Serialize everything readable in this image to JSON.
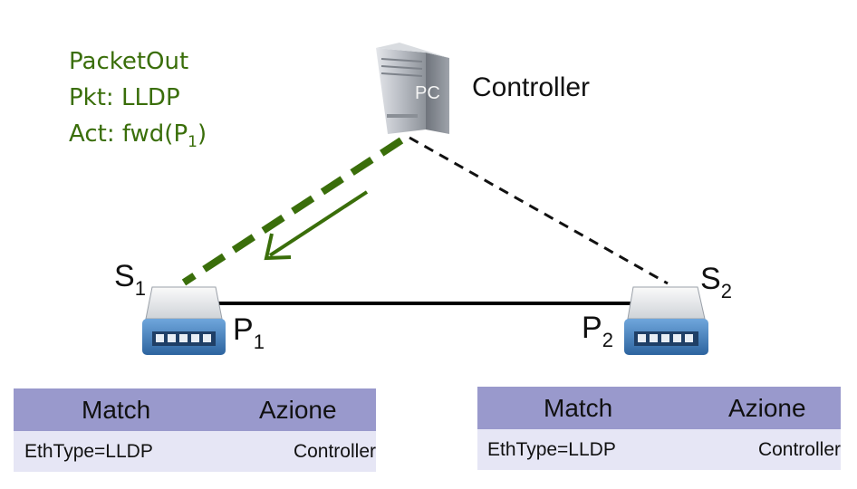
{
  "packet_out": {
    "line1": "PacketOut",
    "line2": "Pkt: LLDP",
    "line3_prefix": "Act: fwd(P",
    "line3_sub": "1",
    "line3_suffix": ")"
  },
  "controller": {
    "label": "Controller",
    "pc_text": "PC"
  },
  "switches": [
    {
      "letter": "S",
      "sub": "1",
      "port_letter": "P",
      "port_sub": "1"
    },
    {
      "letter": "S",
      "sub": "2",
      "port_letter": "P",
      "port_sub": "2"
    }
  ],
  "tables": [
    {
      "header_match": "Match",
      "header_action": "Azione",
      "match": "EthType=LLDP",
      "action": "Controller"
    },
    {
      "header_match": "Match",
      "header_action": "Azione",
      "match": "EthType=LLDP",
      "action": "Controller"
    }
  ],
  "colors": {
    "packet_green": "#3a6e0a",
    "table_header": "#9999cc",
    "table_row": "#e6e6f5",
    "switch_blue": "#3e7fc0"
  },
  "icons": [
    "pc-tower-icon",
    "network-switch-icon",
    "network-switch-icon"
  ]
}
